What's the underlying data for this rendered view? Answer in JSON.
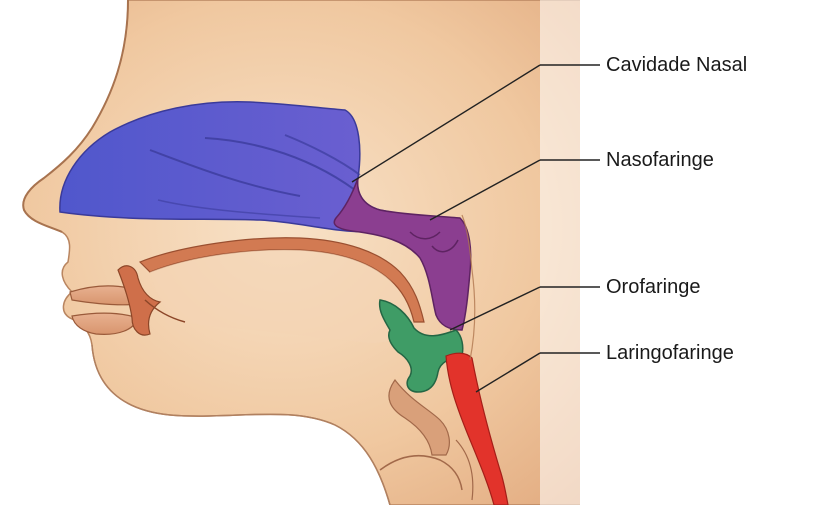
{
  "diagram": {
    "labels": {
      "cavidade_nasal": "Cavidade Nasal",
      "nasofaringe": "Nasofaringe",
      "orofaringe": "Orofaringe",
      "laringofaringe": "Laringofaringe"
    },
    "colors": {
      "skin_light": "#f6dcc0",
      "skin_mid": "#eab68c",
      "skin_shadow": "#c98b63",
      "outline": "#8a5a3c",
      "nasal_cavity": "#5a5fd0",
      "nasopharynx": "#8a3d8f",
      "oropharynx": "#3f9a64",
      "laryngopharynx": "#e2332b",
      "tissue": "#c8663f",
      "leader_line": "#222222"
    }
  }
}
